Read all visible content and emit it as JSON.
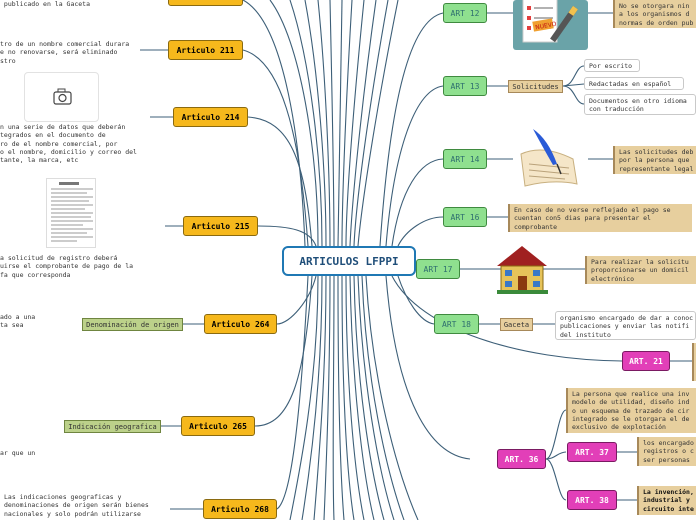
{
  "central": "ARTICULOS LFPPI",
  "left_nodes": {
    "art211": "Articulo 211",
    "art214": "Articulo 214",
    "art215": "Articulo 215",
    "art264": "Articulo 264",
    "art265": "Articulo 265",
    "art268": "Articulo 268"
  },
  "left_labels": {
    "denominacion": "Denominación de origen",
    "indicacion": "Indicación geografica"
  },
  "left_texts": {
    "t0": " publicado en la Gaceta",
    "t211": "tro de un nombre comercial durara\ne no renovarse, será eliminado\nstro",
    "t214": "n una serie de datos que deberán\ntegrados en el documento de\nro de el nombre comercial, por\no el nombre, domicilio y correo del\ntante, la marca, etc",
    "t215": "a solicitud de registro deberá\nuirse el comprobante de pago de la\nfa que corresponda",
    "t264": "ado a una\nta sea",
    "t265": "ar que un",
    "t268": "Las indicaciones geograficas y\ndenominaciones de origen serán bienes\nnacionales y solo podrán utilizarse"
  },
  "right_nodes": {
    "art12": "ART 12",
    "art13": "ART 13",
    "art14": "ART 14",
    "art16": "ART 16",
    "art17": "ART 17",
    "art18": "ART 18",
    "art21": "ART. 21",
    "art36": "ART. 36",
    "art37": "ART. 37",
    "art38": "ART. 38"
  },
  "right_labels": {
    "solicitudes": "Solicitudes",
    "gaceta": "Gaceta"
  },
  "right_texts": {
    "t12": "No se otorgara nin\na los organismos d\nnormas de orden pub",
    "escrito": "Por escrito",
    "espanol": "Redactadas en español",
    "idioma": "Documentos en otro idioma\ncon traducción",
    "t14": "Las solicitudes deb\npor la persona que\nrepresentante legal",
    "t16": "En caso de no verse reflejado el pago se\ncuentan con5 dias para presentar el\ncomprobante",
    "t17": "Para realizar la solicitu\nproporcionarse un domicil\nelectrónico",
    "t18": "organismo encargado de dar a conoc\npublicaciones y enviar las notifi\ndel instituto",
    "t36": "La persona que realice una inv\nmodelo de utilidad, diseño ind\no un esquema de trazado de cir\nintegrado se le otorgara el de\nexclusivo de explotación",
    "t37": "los encargado\nregistros o c\nser personas",
    "t38": "La invención,\nindustrial y\ncircuito inte"
  },
  "images": {
    "nuevo_stamp": "NUEVO"
  },
  "icons": [
    "camera-icon",
    "document-icon",
    "checklist-icon",
    "quill-icon",
    "house-icon"
  ]
}
